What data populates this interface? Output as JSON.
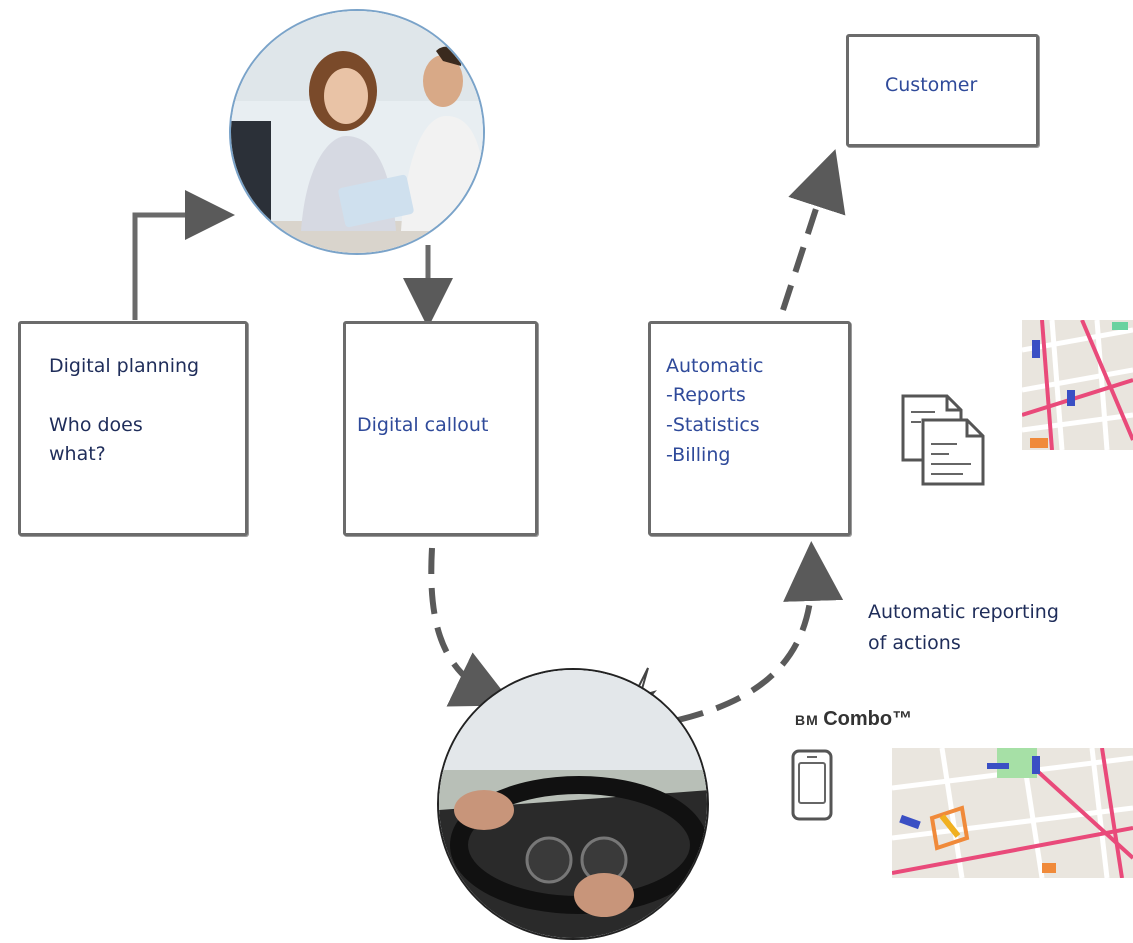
{
  "boxes": {
    "planning": {
      "line1": "Digital planning",
      "line2": "Who does",
      "line3": "what?"
    },
    "callout": {
      "text": "Digital callout"
    },
    "automatic": {
      "lines": [
        "Automatic",
        "-Reports",
        "-Statistics",
        "-Billing"
      ]
    },
    "customer": {
      "text": "Customer"
    }
  },
  "labels": {
    "reporting": [
      "Automatic reporting",
      "of actions"
    ],
    "device_prefix": "BM",
    "device_name": "Combo™"
  },
  "icons": [
    "office-photo",
    "driver-photo",
    "documents-icon",
    "phone-icon",
    "lightning-icon",
    "map-image"
  ],
  "colors": {
    "box_border": "#6b6b6b",
    "text_dark": "#1f2d5a",
    "text_blue": "#2f4a9a",
    "arrow": "#5a5a5a"
  }
}
